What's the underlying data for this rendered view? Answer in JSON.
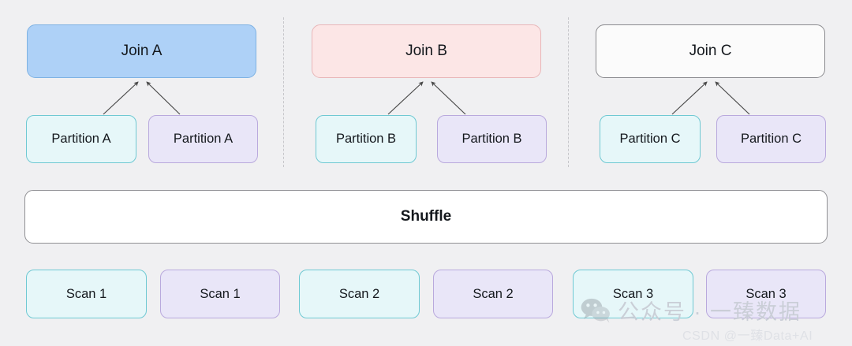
{
  "diagram": {
    "title": "Spark shuffle join plan",
    "background_color": "#f0f0f2",
    "groups": [
      {
        "name": "group-a",
        "join": {
          "label": "Join A",
          "fill": "#aed1f7",
          "border": "#7eb2e3"
        },
        "partitions": [
          {
            "label": "Partition A",
            "fill": "#e6f7f9",
            "border": "#6fc9d3"
          },
          {
            "label": "Partition A",
            "fill": "#e9e6f8",
            "border": "#b9a9dd"
          }
        ]
      },
      {
        "name": "group-b",
        "join": {
          "label": "Join B",
          "fill": "#fce6e6",
          "border": "#e8b6b8"
        },
        "partitions": [
          {
            "label": "Partition B",
            "fill": "#e6f7f9",
            "border": "#6fc9d3"
          },
          {
            "label": "Partition B",
            "fill": "#e9e6f8",
            "border": "#b9a9dd"
          }
        ]
      },
      {
        "name": "group-c",
        "join": {
          "label": "Join C",
          "fill": "#fbfbfb",
          "border": "#8a8a8e"
        },
        "partitions": [
          {
            "label": "Partition C",
            "fill": "#e6f7f9",
            "border": "#6fc9d3"
          },
          {
            "label": "Partition C",
            "fill": "#e9e6f8",
            "border": "#b9a9dd"
          }
        ]
      }
    ],
    "shuffle": {
      "label": "Shuffle",
      "fill": "#ffffff",
      "border": "#8f8f93"
    },
    "scans": [
      {
        "label": "Scan 1",
        "fill": "#e6f7f9",
        "border": "#6fc9d3"
      },
      {
        "label": "Scan 1",
        "fill": "#e9e6f8",
        "border": "#b9a9dd"
      },
      {
        "label": "Scan 2",
        "fill": "#e6f7f9",
        "border": "#6fc9d3"
      },
      {
        "label": "Scan 2",
        "fill": "#e9e6f8",
        "border": "#b9a9dd"
      },
      {
        "label": "Scan 3",
        "fill": "#e6f7f9",
        "border": "#6fc9d3"
      },
      {
        "label": "Scan 3",
        "fill": "#e9e6f8",
        "border": "#b9a9dd"
      }
    ],
    "dividers": 2,
    "arrow_color": "#4a4a4a"
  },
  "watermark": {
    "icon": "wechat-icon",
    "text": "公众号 · 一臻数据",
    "subtext": "CSDN @一臻Data+AI",
    "text_color": "#c9cdd6",
    "subtext_color": "#dfe1e6"
  }
}
